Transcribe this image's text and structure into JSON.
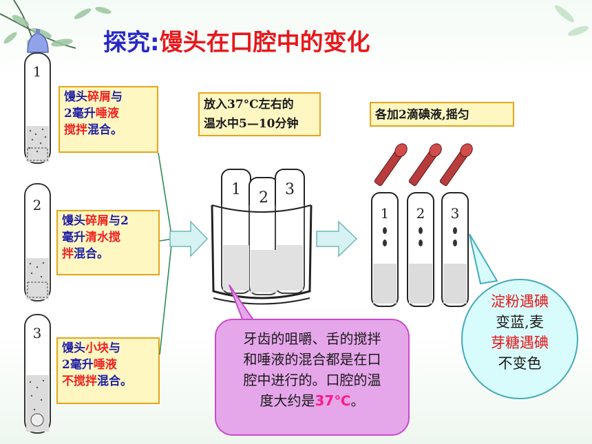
{
  "title": {
    "part1": "探究:",
    "part2": "馒头在口腔中的变化"
  },
  "tubes_left": [
    {
      "number": "1"
    },
    {
      "number": "2"
    },
    {
      "number": "3"
    }
  ],
  "notes": {
    "tube1": {
      "t1": "馒头",
      "t2": "碎屑",
      "t3": "与",
      "t4": "2毫升",
      "t5": "唾液",
      "t6": "搅拌",
      "t7": "混合。"
    },
    "tube2": {
      "t1": "馒头",
      "t2": "碎屑",
      "t3": "与2",
      "t4": "毫升",
      "t5": "清水搅",
      "t6": "拌",
      "t7": "混合。"
    },
    "tube3": {
      "t1": "馒头",
      "t2": "小块",
      "t3": "与",
      "t4": "2毫升",
      "t5": "唾液",
      "t6": "不搅拌",
      "t7": "混合。"
    }
  },
  "step2": {
    "line1": "放入37°C左右的",
    "line2": "温水中5—10分钟"
  },
  "step3": {
    "text": "各加2滴碘液,摇匀"
  },
  "beaker_tubes": [
    "1",
    "2",
    "3"
  ],
  "iodine_tubes": [
    "1",
    "2",
    "3"
  ],
  "bubble_pink": {
    "line1": "牙齿的咀嚼、舌的搅拌",
    "line2": "和唾液的混合都是在口",
    "line3": "腔中进行的。口腔的温",
    "line4_pre": "度大约是",
    "line4_hl": "37℃",
    "line4_post": "。"
  },
  "bubble_cyan": {
    "line1": "淀粉遇碘",
    "line2": "变蓝,麦",
    "line3": "芽糖遇碘",
    "line4": "不变色"
  },
  "colors": {
    "title_blue": "#2727c8",
    "title_red": "#e8171b",
    "note_border": "#e6a419",
    "arrow_fill": "#d7f2f2"
  }
}
